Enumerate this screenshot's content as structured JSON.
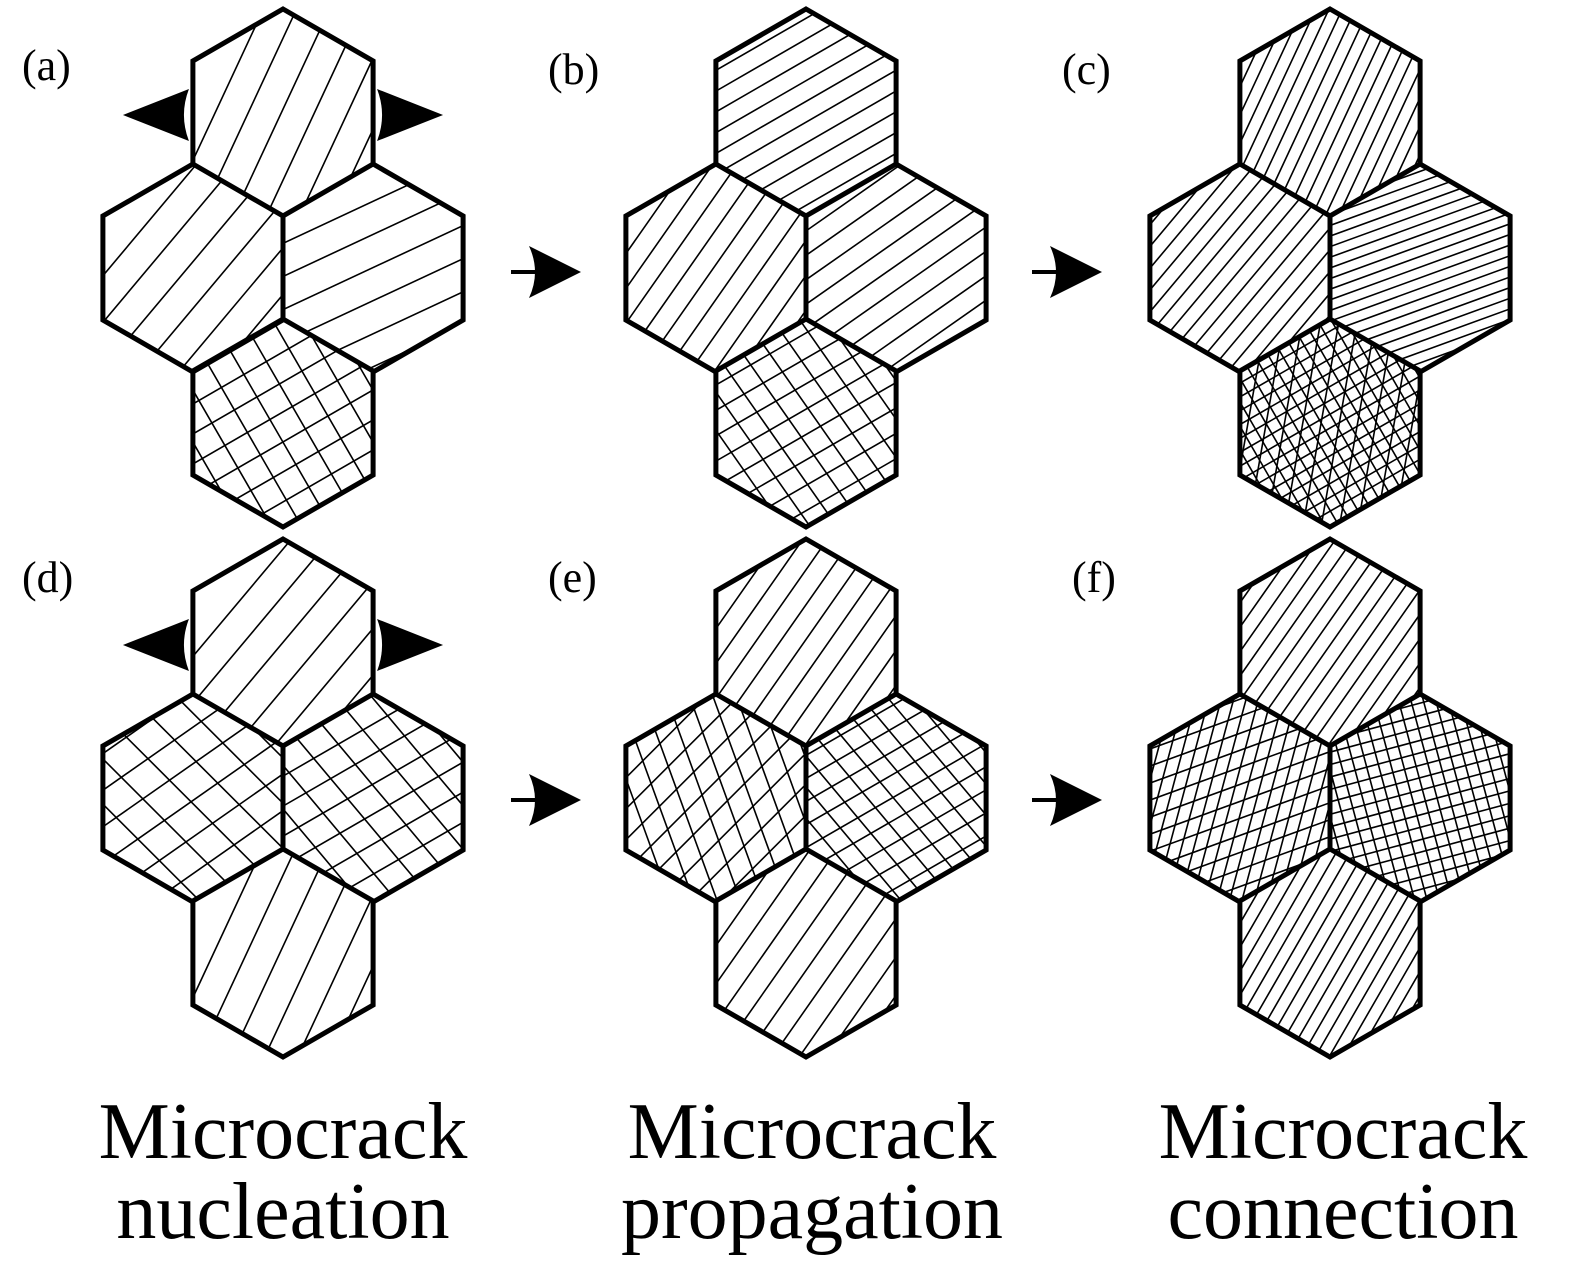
{
  "figure": {
    "ink_color": "#000000",
    "background_color": "#ffffff"
  },
  "panels": [
    {
      "label": "(a)",
      "stage": "nucleation",
      "loaded": true
    },
    {
      "label": "(b)",
      "stage": "propagation",
      "loaded": false
    },
    {
      "label": "(c)",
      "stage": "connection",
      "loaded": false
    },
    {
      "label": "(d)",
      "stage": "nucleation",
      "loaded": true
    },
    {
      "label": "(e)",
      "stage": "propagation",
      "loaded": false
    },
    {
      "label": "(f)",
      "stage": "connection",
      "loaded": false
    }
  ],
  "captions": [
    {
      "line1": "Microcrack",
      "line2": "nucleation"
    },
    {
      "line1": "Microcrack",
      "line2": "propagation"
    },
    {
      "line1": "Microcrack",
      "line2": "connection"
    }
  ]
}
